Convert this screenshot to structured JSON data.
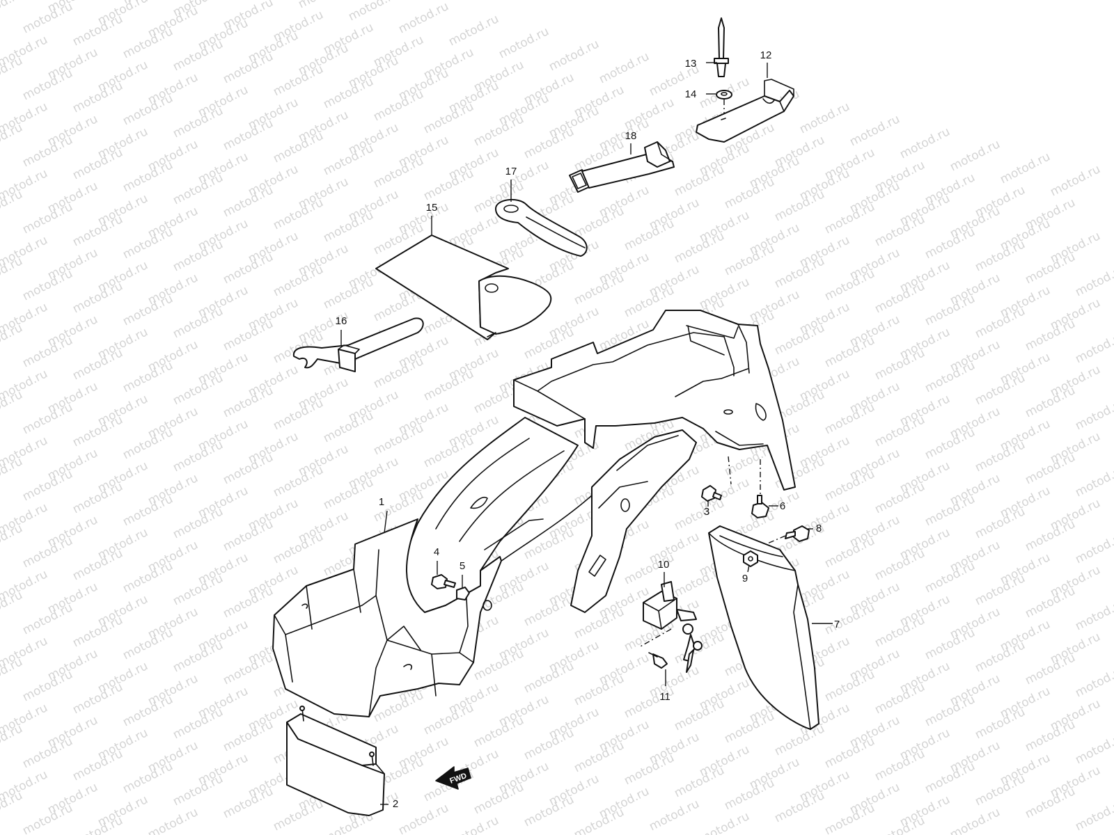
{
  "diagram": {
    "watermark": "motod.ru",
    "direction_label": "FWD",
    "colors": {
      "line": "#111111",
      "background": "#ffffff",
      "watermark": "#d4d4d4"
    },
    "callouts": [
      "1",
      "2",
      "3",
      "4",
      "5",
      "6",
      "7",
      "8",
      "9",
      "10",
      "11",
      "12",
      "13",
      "14",
      "15",
      "16",
      "17",
      "18"
    ],
    "parts": [
      {
        "callout": "1",
        "icon": "rear-fender-main"
      },
      {
        "callout": "2",
        "icon": "lower-flap-bracket"
      },
      {
        "callout": "3",
        "icon": "bolt"
      },
      {
        "callout": "4",
        "icon": "bolt"
      },
      {
        "callout": "5",
        "icon": "clip-nut"
      },
      {
        "callout": "6",
        "icon": "bolt"
      },
      {
        "callout": "7",
        "icon": "side-cover-panel"
      },
      {
        "callout": "8",
        "icon": "bolt"
      },
      {
        "callout": "9",
        "icon": "nut"
      },
      {
        "callout": "10",
        "icon": "helmet-lock"
      },
      {
        "callout": "11",
        "icon": "screw"
      },
      {
        "callout": "12",
        "icon": "holder-bracket"
      },
      {
        "callout": "13",
        "icon": "rivet-pin"
      },
      {
        "callout": "14",
        "icon": "washer"
      },
      {
        "callout": "15",
        "icon": "tool-bag"
      },
      {
        "callout": "16",
        "icon": "spanner"
      },
      {
        "callout": "17",
        "icon": "ring-wrench"
      },
      {
        "callout": "18",
        "icon": "strap-band"
      }
    ]
  }
}
